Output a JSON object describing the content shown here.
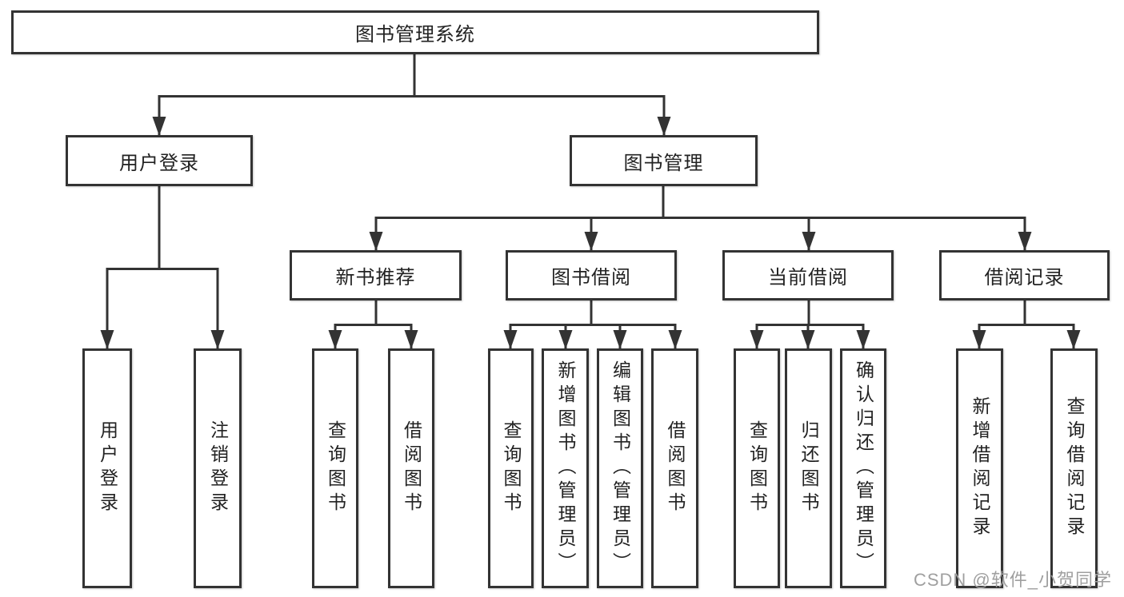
{
  "tree": {
    "root": {
      "label": "图书管理系统",
      "children": [
        {
          "label": "用户登录",
          "children": [
            {
              "label": "用户登录"
            },
            {
              "label": "注销登录"
            }
          ]
        },
        {
          "label": "图书管理",
          "children": [
            {
              "label": "新书推荐",
              "children": [
                {
                  "label": "查询图书"
                },
                {
                  "label": "借阅图书"
                }
              ]
            },
            {
              "label": "图书借阅",
              "children": [
                {
                  "label": "查询图书"
                },
                {
                  "label": "新增图书（管理员）"
                },
                {
                  "label": "编辑图书（管理员）"
                },
                {
                  "label": "借阅图书"
                }
              ]
            },
            {
              "label": "当前借阅",
              "children": [
                {
                  "label": "查询图书"
                },
                {
                  "label": "归还图书"
                },
                {
                  "label": "确认归还（管理员）"
                }
              ]
            },
            {
              "label": "借阅记录",
              "children": [
                {
                  "label": "新增借阅记录"
                },
                {
                  "label": "查询借阅记录"
                }
              ]
            }
          ]
        }
      ]
    }
  },
  "watermark": {
    "text": "CSDN @软件_小贺同学"
  },
  "colors": {
    "line": "#333333",
    "box_border": "#333333",
    "text": "#222222",
    "watermark": "#9f9f9f",
    "background": "#ffffff"
  }
}
